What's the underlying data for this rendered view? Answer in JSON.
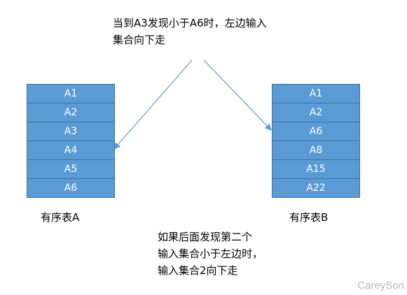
{
  "notes": {
    "top": "当到A3发现小于A6时，左边输入\n集合向下走",
    "bottom": "如果后面发现第二个\n输入集合小于左边时，\n输入集合2向下走"
  },
  "table_a": {
    "label": "有序表A",
    "cells": [
      "A1",
      "A2",
      "A3",
      "A4",
      "A5",
      "A6"
    ]
  },
  "table_b": {
    "label": "有序表B",
    "cells": [
      "A1",
      "A2",
      "A6",
      "A8",
      "A15",
      "A22"
    ]
  },
  "watermark": "CareySon",
  "colors": {
    "cell_fill": "#5b9bd5",
    "cell_border": "#41719c",
    "arrow": "#5b9bd5"
  }
}
